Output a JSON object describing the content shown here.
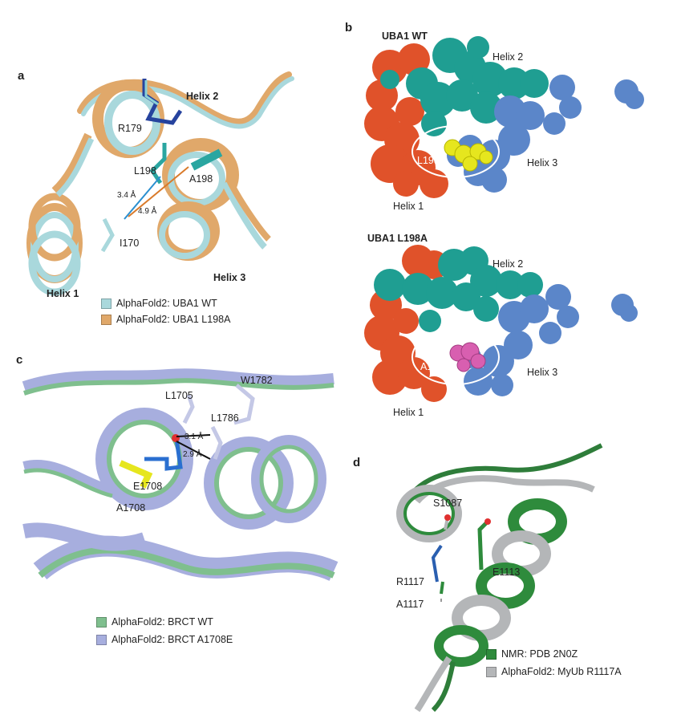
{
  "panels": {
    "a": {
      "letter": "a",
      "labels": {
        "helix2": "Helix 2",
        "helix3": "Helix 3",
        "helix1": "Helix 1",
        "r179": "R179",
        "l198": "L198",
        "a198": "A198",
        "i170": "I170",
        "dist1": "3.4 Å",
        "dist2": "4.9 Å"
      },
      "legend": [
        {
          "label": "AlphaFold2: UBA1 WT",
          "color": "#a9d8dc"
        },
        {
          "label": "AlphaFold2: UBA1 L198A",
          "color": "#e0a86a"
        }
      ]
    },
    "b": {
      "letter": "b",
      "top": {
        "title": "UBA1 WT",
        "helix2": "Helix 2",
        "helix3": "Helix 3",
        "helix1": "Helix 1",
        "residue": "L198"
      },
      "bottom": {
        "title": "UBA1 L198A",
        "helix2": "Helix 2",
        "helix3": "Helix 3",
        "helix1": "Helix 1",
        "residue": "A198"
      },
      "colors": {
        "helix1": "#e0522a",
        "helix2": "#1f9e92",
        "helix3": "#5b86c9",
        "wt_residue": "#e6e61e",
        "mut_residue": "#d85fb0"
      }
    },
    "c": {
      "letter": "c",
      "labels": {
        "w1782": "W1782",
        "l1705": "L1705",
        "l1786": "L1786",
        "dist1": "3.1 Å",
        "dist2": "2.9 Å",
        "e1708": "E1708",
        "a1708": "A1708"
      },
      "legend": [
        {
          "label": "AlphaFold2: BRCT WT",
          "color": "#7fbf8e"
        },
        {
          "label": "AlphaFold2: BRCT A1708E",
          "color": "#a7aede"
        }
      ]
    },
    "d": {
      "letter": "d",
      "labels": {
        "s1087": "S1087",
        "r1117": "R1117",
        "e1113": "E1113",
        "a1117": "A1117"
      },
      "legend": [
        {
          "label": "NMR: PDB 2N0Z",
          "color": "#2e8b3c"
        },
        {
          "label": "AlphaFold2: MyUb R1117A",
          "color": "#b4b6b8"
        }
      ]
    }
  }
}
